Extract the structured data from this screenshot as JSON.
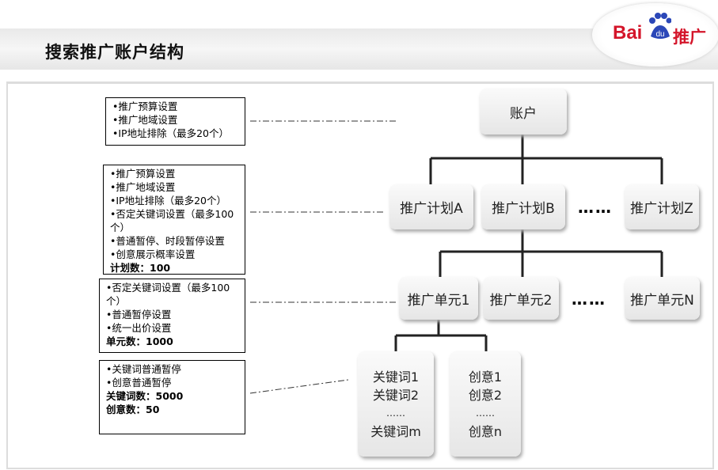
{
  "title": "搜索推广账户结构",
  "logo": {
    "text": "Baidu推广",
    "bai": "Bai",
    "du": "du",
    "suffix": "推广"
  },
  "notes": [
    {
      "lines": [
        "•推广预算设置",
        "•推广地域设置",
        "•IP地址排除（最多20个）"
      ],
      "count": ""
    },
    {
      "lines": [
        "•推广预算设置",
        "•推广地域设置",
        "•IP地址排除（最多20个）",
        "•否定关键词设置（最多100个）",
        "•普通暂停、时段暂停设置",
        "•创意展示概率设置"
      ],
      "count": "计划数：100"
    },
    {
      "lines": [
        "•否定关键词设置（最多100个）",
        "•普通暂停设置",
        "•统一出价设置"
      ],
      "count": "单元数：1000"
    },
    {
      "lines": [
        "•关键词普通暂停",
        "•创意普通暂停"
      ],
      "count": "关键词数：5000",
      "count2": "创意数：50"
    }
  ],
  "tree": {
    "root": "账户",
    "plans": [
      "推广计划A",
      "推广计划B",
      "推广计划Z"
    ],
    "units": [
      "推广单元1",
      "推广单元2",
      "推广单元N"
    ],
    "ellipsis": "……",
    "keywords": [
      "关键词1",
      "关键词2",
      "……",
      "关键词m"
    ],
    "ideas": [
      "创意1",
      "创意2",
      "……",
      "创意n"
    ]
  }
}
